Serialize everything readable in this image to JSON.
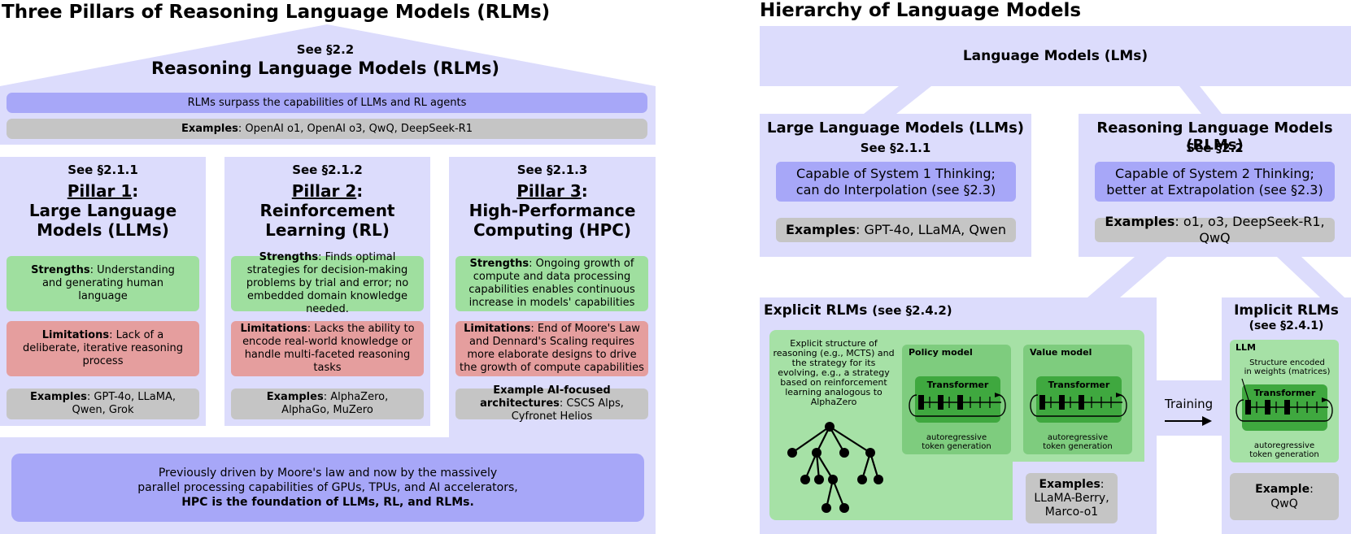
{
  "left": {
    "title": "Three Pillars of Reasoning Language Models (RLMs)",
    "roof": {
      "see": "See §2.2",
      "name": "Reasoning Language Models (RLMs)",
      "claim": "RLMs surpass the capabilities of LLMs and RL agents",
      "examples_label": "Examples",
      "examples_text": ": OpenAI o1, OpenAI o3, QwQ, DeepSeek-R1"
    },
    "pillars": [
      {
        "see": "See §2.1.1",
        "pillar": "Pillar 1",
        "colon": ":",
        "name_l1": "Large Language",
        "name_l2": "Models (LLMs)",
        "strengths_label": "Strengths",
        "strengths_text": ": Understanding and generating human language",
        "limitations_label": "Limitations",
        "limitations_text": ": Lack of a deliberate, iterative reasoning process",
        "examples_label": "Examples",
        "examples_text": ": GPT-4o, LLaMA, Qwen, Grok"
      },
      {
        "see": "See §2.1.2",
        "pillar": "Pillar 2",
        "colon": ":",
        "name_l1": "Reinforcement",
        "name_l2": "Learning (RL)",
        "strengths_label": "Strengths",
        "strengths_text": ": Finds optimal strategies for decision-making problems by trial and error; no embedded domain knowledge needed.",
        "limitations_label": "Limitations",
        "limitations_text": ": Lacks the ability to encode real-world knowledge or handle multi-faceted reasoning tasks",
        "examples_label": "Examples",
        "examples_text": ": AlphaZero, AlphaGo, MuZero"
      },
      {
        "see": "See §2.1.3",
        "pillar": "Pillar 3",
        "colon": ":",
        "name_l1": "High-Performance",
        "name_l2": "Computing (HPC)",
        "strengths_label": "Strengths",
        "strengths_text": ": Ongoing growth of compute and data processing capabilities enables continuous increase in models' capabilities",
        "limitations_label": "Limitations",
        "limitations_text": ": End of Moore's Law and Dennard's Scaling requires more elaborate designs to drive the growth of compute capabilities",
        "examples_label": "Example AI-focused architectures",
        "examples_text": ": CSCS Alps, Cyfronet Helios"
      }
    ],
    "foundation": {
      "line1": "Previously driven by Moore's law and now by the massively",
      "line2": "parallel processing capabilities of GPUs, TPUs, and AI accelerators,",
      "line3": "HPC is the foundation of LLMs, RL, and RLMs."
    },
    "colors": {
      "lavender": "#dcdcfc",
      "blue": "#a7a7f8",
      "gray": "#c5c5c5",
      "green": "#9fdf9f",
      "red": "#e59e9e"
    }
  },
  "right": {
    "title": "Hierarchy of Language Models",
    "lms": "Language Models (LMs)",
    "llms": {
      "name": "Large Language Models (LLMs)",
      "see": "See §2.1.1",
      "capability_l1": "Capable of System 1 Thinking;",
      "capability_l2": "can do Interpolation (see §2.3)",
      "examples_label": "Examples",
      "examples_text": ": GPT-4o, LLaMA, Qwen"
    },
    "rlms": {
      "name": "Reasoning Language Models (RLMs)",
      "see": "See §2.2",
      "capability_l1": "Capable of System 2 Thinking;",
      "capability_l2": "better at Extrapolation (see §2.3)",
      "examples_label": "Examples",
      "examples_text": ": o1, o3, DeepSeek-R1, QwQ"
    },
    "explicit": {
      "title": "Explicit RLMs",
      "see": "(see §2.4.2)",
      "structure_text": "Explicit structure of reasoning (e.g., MCTS) and the strategy for its evolving, e.g., a strategy based on reinforcement learning analogous to AlphaZero",
      "policy_model": "Policy model",
      "value_model": "Value model",
      "transformer": "Transformer",
      "autoreg_l1": "autoregressive",
      "autoreg_l2": "token generation",
      "examples_label": "Examples",
      "examples_colon": ":",
      "examples_l1": "LLaMA-Berry,",
      "examples_l2": "Marco-o1"
    },
    "training": "Training",
    "implicit": {
      "title": "Implicit RLMs",
      "see": "(see §2.4.1)",
      "llm": "LLM",
      "note_l1": "Structure encoded",
      "note_l2": "in weights (matrices)",
      "transformer": "Transformer",
      "autoreg_l1": "autoregressive",
      "autoreg_l2": "token generation",
      "example_label": "Example",
      "example_colon": ":",
      "example_value": "QwQ"
    },
    "colors": {
      "lavender": "#dcdcfc",
      "green_panel": "#a6e1a6",
      "green_mid": "#7ecc7e",
      "green_dark": "#3fa83f"
    }
  }
}
